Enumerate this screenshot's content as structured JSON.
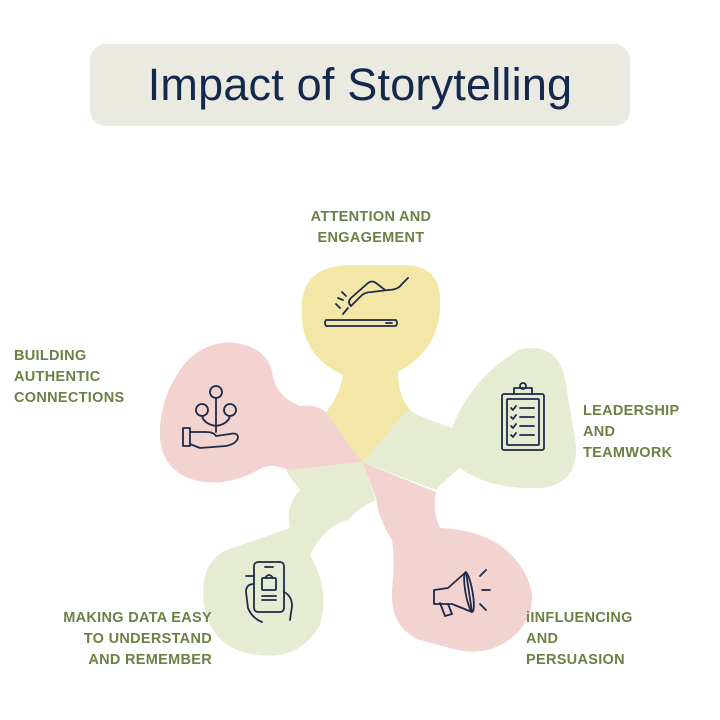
{
  "title": "Impact of Storytelling",
  "colors": {
    "title_bg": "#eaeae0",
    "title_text": "#14284e",
    "label_text": "#6d8044",
    "yellow": "#f2e7a6",
    "pink": "#f2d3d0",
    "green": "#e6ecd2",
    "icon_stroke": "#1e2a4a"
  },
  "segments": [
    {
      "lines": [
        "ATTENTION AND",
        "ENGAGEMENT"
      ],
      "icon": "hand-tapping-icon",
      "color": "yellow"
    },
    {
      "lines": [
        "LEADERSHIP",
        "AND",
        "TEAMWORK"
      ],
      "icon": "clipboard-checklist-icon",
      "color": "green"
    },
    {
      "lines": [
        "iINFLUENCING",
        "AND",
        "PERSUASION"
      ],
      "icon": "megaphone-icon",
      "color": "pink"
    },
    {
      "lines": [
        "MAKING DATA EASY",
        "TO UNDERSTAND",
        "AND REMEMBER"
      ],
      "icon": "phone-in-hand-icon",
      "color": "green"
    },
    {
      "lines": [
        "BUILDING",
        "AUTHENTIC",
        "CONNECTIONS"
      ],
      "icon": "hand-money-plant-icon",
      "color": "pink"
    }
  ]
}
